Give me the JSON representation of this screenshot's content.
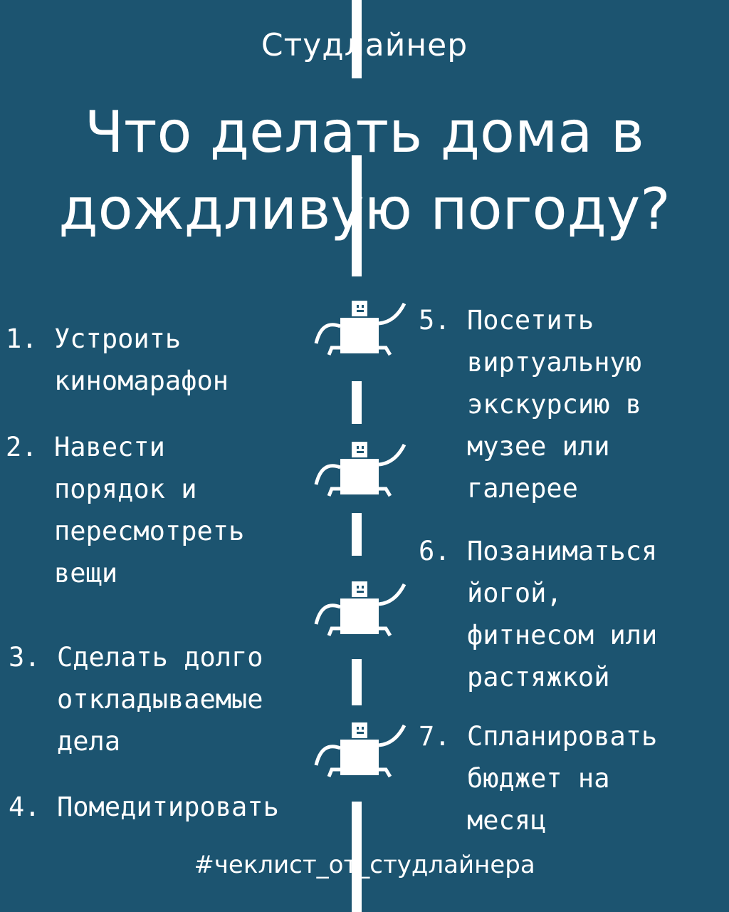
{
  "brand": "Студлайнер",
  "title": {
    "line1": "Что делать дома в",
    "line2": "дождливую погоду?"
  },
  "left_items": [
    {
      "num": "1.",
      "text": "Устроить\nкиномарафон"
    },
    {
      "num": "2.",
      "text": "Навести\nпорядок и\nпересмотреть\nвещи"
    },
    {
      "num": "3.",
      "text": "Сделать долго\nоткладываемые\nдела"
    },
    {
      "num": "4.",
      "text": "Помедитировать"
    }
  ],
  "right_items": [
    {
      "num": "5.",
      "text": "Посетить\nвиртуальную\nэкскурсию в\nмузее или\nгалерее"
    },
    {
      "num": "6.",
      "text": "Позаниматься\nйогой,\nфитнесом или\nрастяжкой"
    },
    {
      "num": "7.",
      "text": "Спланировать\nбюджет на\nмесяц"
    }
  ],
  "hashtag": "#чеклист_от_студлайнера",
  "colors": {
    "background": "#1c5470",
    "foreground": "#ffffff"
  },
  "icons": [
    "walking-figure-icon"
  ]
}
